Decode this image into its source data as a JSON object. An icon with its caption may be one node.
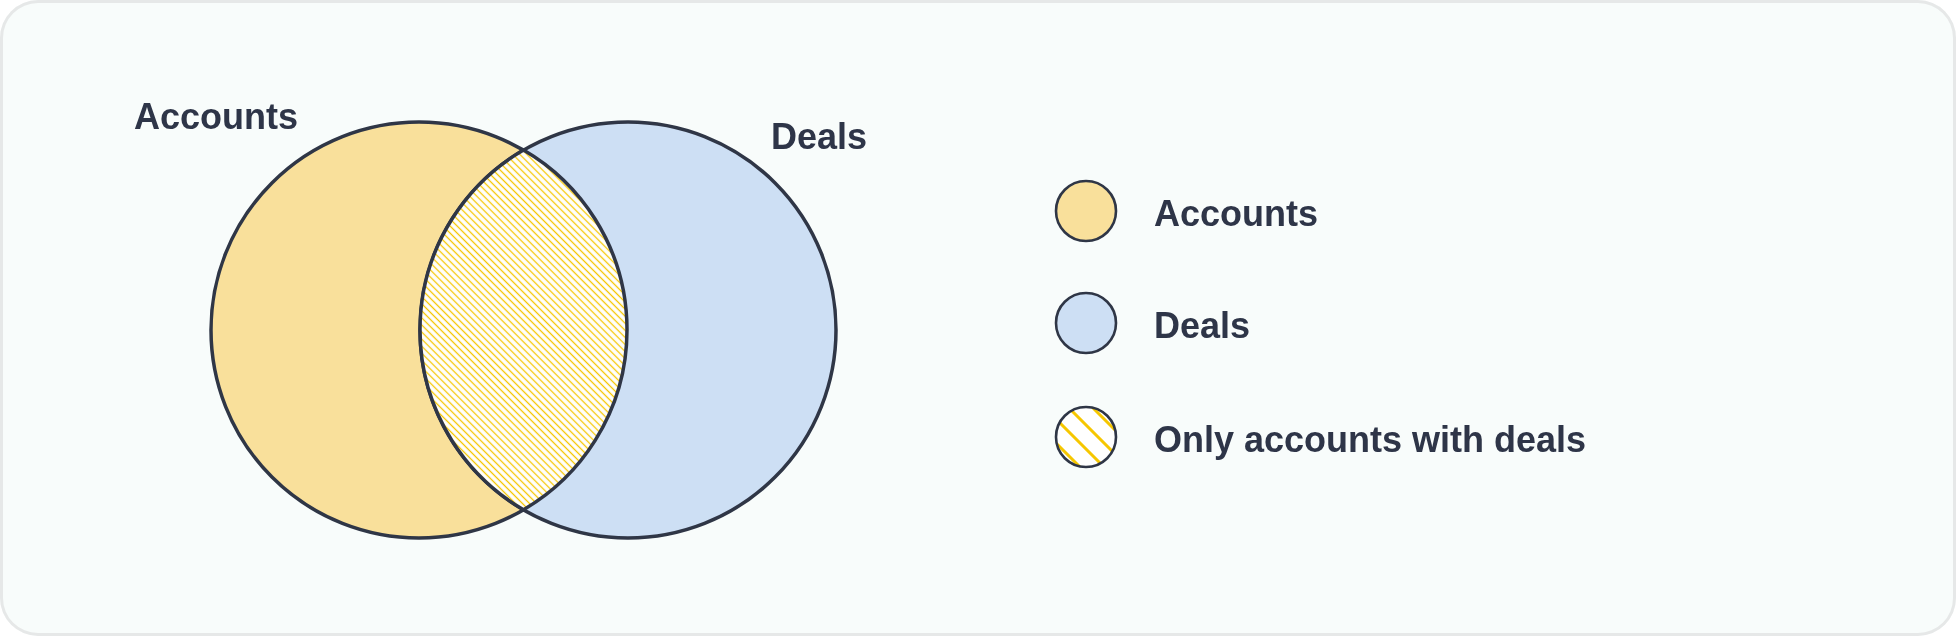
{
  "diagram": {
    "nodes": [
      {
        "text": [
          "Accounts"
        ]
      },
      {
        "text": [
          "Deals"
        ]
      },
      {
        "text": [],
        "shape": "lens"
      }
    ],
    "legend": [
      {
        "text": "Accounts",
        "color": "#f9e09b"
      },
      {
        "text": "Deals",
        "color": "#cddff4"
      },
      {
        "text": "Only accounts with deals"
      }
    ]
  }
}
